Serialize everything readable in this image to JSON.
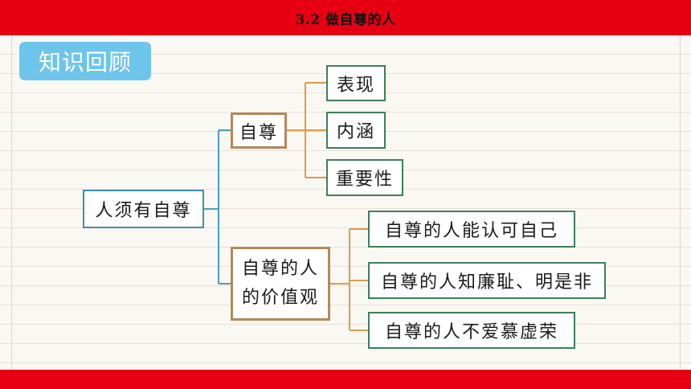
{
  "header": {
    "title": "3.2 做自尊的人"
  },
  "badge": {
    "label": "知识回顾"
  },
  "mind_map": {
    "root": "人须有自尊",
    "branch_self_respect": {
      "label": "自尊",
      "children": [
        "表现",
        "内涵",
        "重要性"
      ]
    },
    "branch_value": {
      "lines": [
        "自尊的人",
        "的价值观"
      ],
      "children": [
        "自尊的人能认可自己",
        "自尊的人知廉耻、明是非",
        "自尊的人不爱慕虚荣"
      ]
    }
  },
  "colors": {
    "header_red": "#e60012",
    "badge_blue": "#6ec5ec",
    "root_border": "#3d8fad",
    "branch_border": "#b5885a",
    "leaf_border": "#3f7d5a",
    "connector_blue": "#4d9dbd",
    "connector_orange": "#e09a4c"
  }
}
